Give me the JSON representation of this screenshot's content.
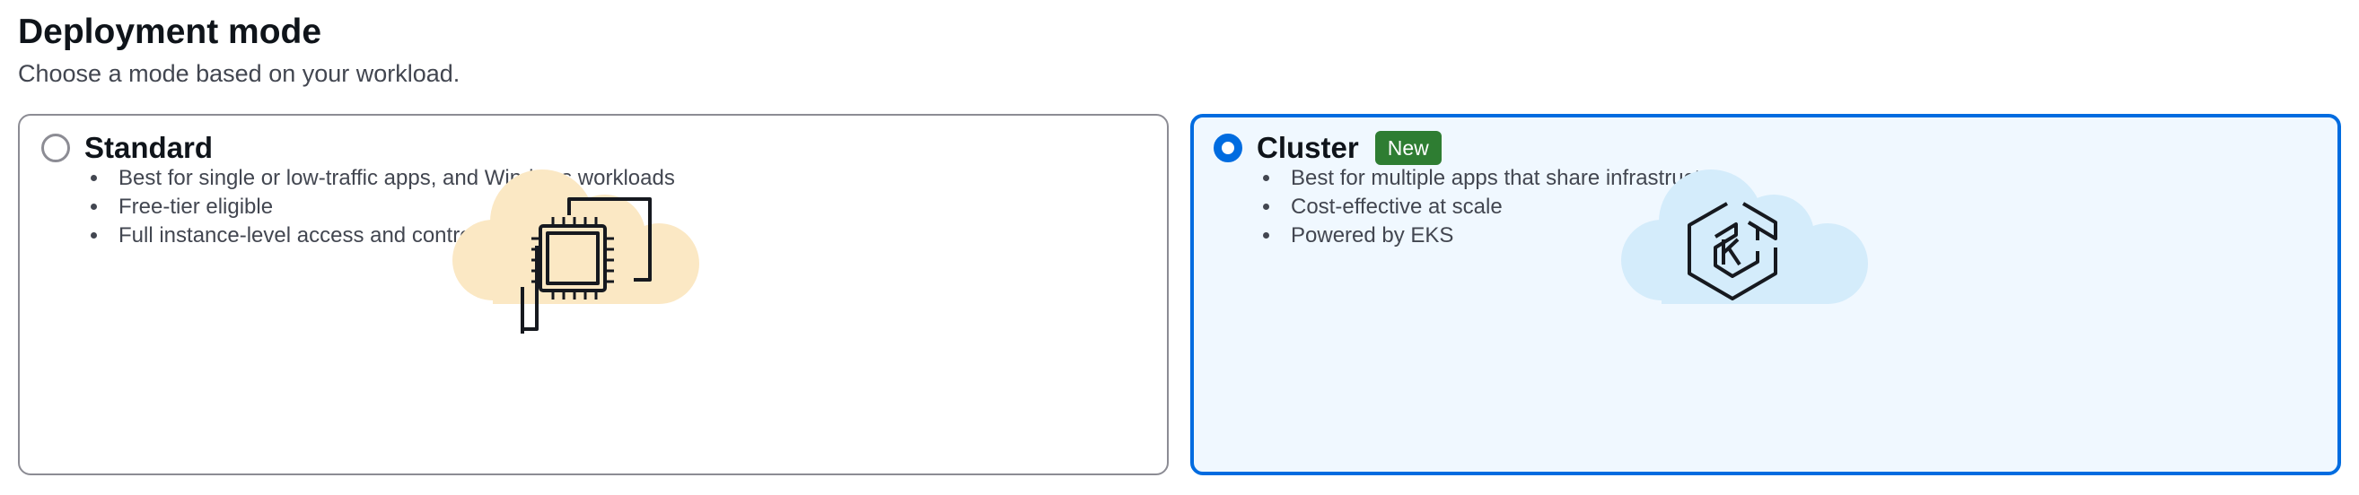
{
  "header": {
    "title": "Deployment mode",
    "subtitle": "Choose a mode based on your workload."
  },
  "options": [
    {
      "title": "Standard",
      "selected": false,
      "bullets": [
        "Best for single or low-traffic apps, and Windows workloads",
        "Free-tier eligible",
        "Full instance-level access and control"
      ],
      "illustration": "cloud-chip-icon"
    },
    {
      "title": "Cluster",
      "badge": "New",
      "selected": true,
      "bullets": [
        "Best for multiple apps that share infrastructure",
        "Cost-effective at scale",
        "Powered by EKS"
      ],
      "illustration": "cloud-kubernetes-icon"
    }
  ],
  "colors": {
    "accent": "#006ce0",
    "selected_bg": "#f0f8ff",
    "badge_bg": "#2e7d32",
    "standard_cloud": "#fbe8c4",
    "cluster_cloud": "#d4ecfb"
  }
}
